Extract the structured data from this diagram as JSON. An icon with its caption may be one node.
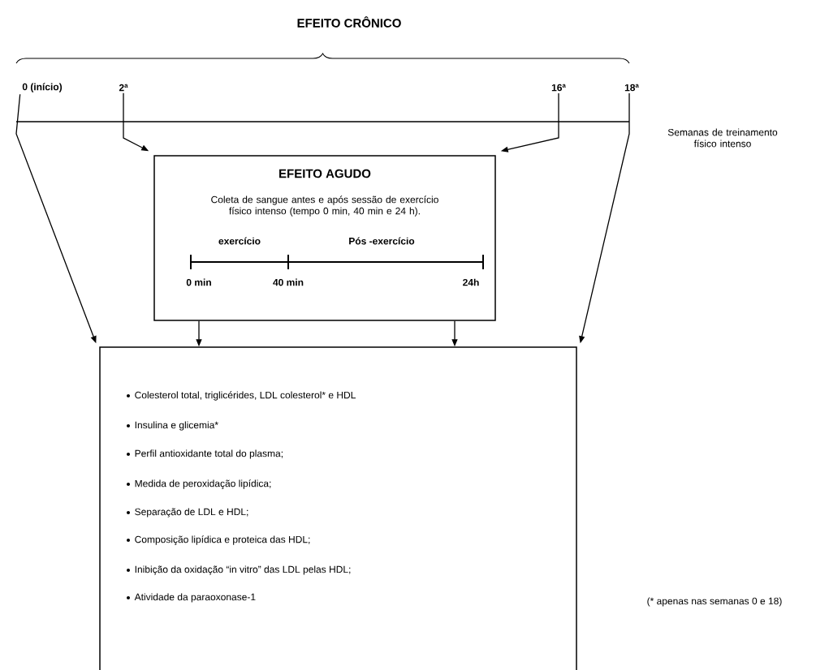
{
  "diagram": {
    "title": "EFEITO CRÔNICO",
    "nodes": [
      {
        "text": [
          "0 (início)"
        ]
      },
      {
        "text": [
          "2ª"
        ]
      },
      {
        "text": [
          "16ª"
        ]
      },
      {
        "text": [
          "18ª"
        ]
      },
      {
        "text": [
          "EFEITO AGUDO",
          "Coleta de sangue antes e após sessão de exercício físico intenso (tempo 0 min, 40 min e 24 h)."
        ]
      },
      {
        "text": [
          "Colesterol total, triglicérides, LDL colesterol* e HDL",
          "Insulina e glicemia*",
          "Perfil antioxidante total do plasma;",
          "Medida de peroxidação lipídica;",
          "Separação de LDL e HDL;",
          "Composição lipídica e proteica das HDL;",
          "Inibição da oxidação “in vitro” das LDL pelas HDL;",
          "Atividade da paraoxonase-1"
        ]
      }
    ],
    "edges": [
      {
        "from": 0,
        "to": 5,
        "arrow": "to"
      },
      {
        "from": 1,
        "to": 4,
        "arrow": "to"
      },
      {
        "from": 2,
        "to": 4,
        "arrow": "to"
      },
      {
        "from": 3,
        "to": 5,
        "arrow": "to"
      },
      {
        "from": 4,
        "to": 5,
        "arrow": "to"
      },
      {
        "from": 4,
        "to": 5,
        "arrow": "to"
      }
    ],
    "labels": [
      "Semanas de treinamento físico intenso",
      "exercício",
      "Pós -exercício",
      "0 min",
      "40 min",
      "24h",
      "(* apenas nas semanas 0 e 18)"
    ]
  }
}
